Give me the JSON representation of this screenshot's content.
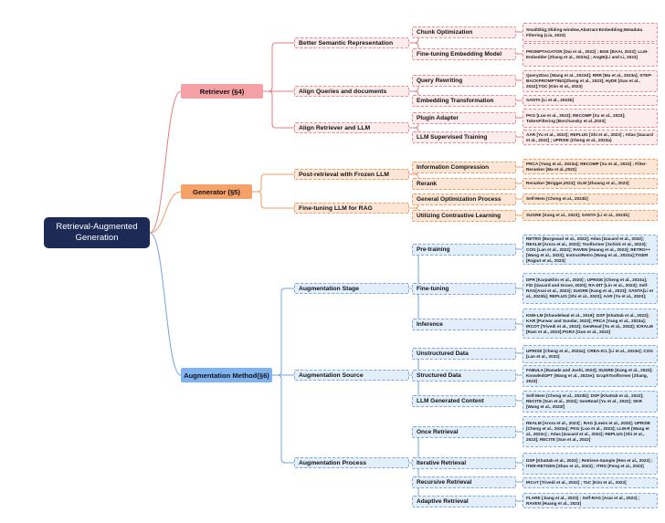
{
  "root": "Retrieval-Augmented Generation",
  "branches": [
    {
      "label": "Retriever (§4)",
      "color": "red",
      "children": [
        {
          "label": "Better Semantic Representation",
          "children": [
            {
              "label": "Chunk Optimization",
              "refs": "Small2big;Sliding-window,Abstract-Embedding;Metadata Filtering (Liu, 2023)"
            },
            {
              "label": "Fine-tuning Embedding Model",
              "refs": "PROMPTAGATOR [Dai et al., 2022] ; BGE [BAAI, 2023]; LLM-Embedder [Zhang et al., 2023a] ; AngIE[Li and Li, 2023]"
            }
          ]
        },
        {
          "label": "Align  Queries and documents",
          "children": [
            {
              "label": "Query Rewriting",
              "refs": "Query2Doc [Wang et al., 2023d]; RRR [Ma et al., 2023a]; STEP-BACKPROMPTING[Zheng et al., 2023]; HyDE [Gao et al., 2022];TOC [Kim et al., 2023)"
            },
            {
              "label": "Embedding Transformation",
              "refs": "SANTA [Li et al., 2023b]"
            }
          ]
        },
        {
          "label": "Align Retriever and LLM",
          "children": [
            {
              "label": "Plugin Adapter",
              "refs": "PKG [Luo et al., 2023]; RECOMP [Xu et al., 2023]; TokenFiltering [Berchansky et al.,2023]"
            },
            {
              "label": "LLM Supervised Training",
              "refs": "AAR [Yu et al., 2023]; REPLUG [Shi et al., 2023] ; Atlas [Izacard et al., 2022] ; UPRISE (Cheng et al., 2023a)"
            }
          ]
        }
      ]
    },
    {
      "label": "Generator (§5)",
      "color": "orange",
      "children": [
        {
          "label": "Post-retrieval with Frozen LLM",
          "children": [
            {
              "label": "Information Compression",
              "refs": "PRCA [Yang et al., 2023a]; RECOMP [Xu et al., 2023] ; Filter-Reranker [Ma et al.,2023]"
            },
            {
              "label": "Rerank",
              "refs": "Reranker [Brigger,2023]; GLM [Zhuang et al., 2023]"
            }
          ]
        },
        {
          "label": "Fine-tuning LLM for RAG",
          "children": [
            {
              "label": "General Optimization Process",
              "refs": "Self-Mem [Cheng et al., 2023b]"
            },
            {
              "label": "Utilizing Contrastive Learning",
              "refs": "SUGRE [Kang et al., 2023]; SANTA [Li et al., 2023b]"
            }
          ]
        }
      ]
    },
    {
      "label": "Augmentation Method(§6)",
      "color": "blue",
      "children": [
        {
          "label": "Augmentation Stage",
          "children": [
            {
              "label": "Pre-training",
              "refs": "RETRO [Borgeaud et al., 2022]; Atlas [Izacard et al., 2022]; REALM [Arora et al., 2023]; Toolformer [Schick et al., 2023]; COG [Lan et al., 2022]; RAVEN [Huang et al., 2023]; RETRO++ [Wang et al., 2023]; InstructRetro [Wang et al., 2023a];TIGER [Rajput et al., 2023]"
            },
            {
              "label": "Fine-tuning",
              "refs": "DPR [Karpukhin et al., 2020] ; UPRISE [Cheng et al., 2023a]; FiD [Izacard and Grave, 2020]; RA-DIT [Lin et al., 2023]; Self-RAG[Asai et al., 2023]; SUGRE [Kang et al., 2023]; SANTA[Li et al., 2023b]; REPLUG [Shi et al., 2023]; AAR [Yu et al., 2023];"
            },
            {
              "label": "Inference",
              "refs": "KNN-LM [Khandelwal et al., 2019]; DSP [Khattab et al., 2022]; KAR [Purwar and Sundar, 2023]; PRCA [Yang et al., 2023a]; IRCOT [Trivedi et al., 2022]; GenRead [Yu et al., 2022]; ICRALM [Ram et al., 2023];PGRA [Guo et al., 2023]"
            }
          ]
        },
        {
          "label": "Augmentation Source",
          "children": [
            {
              "label": "Unstructured Data",
              "refs": "UPRISE [Cheng et al., 2023a]; CREA-ICL [Li et al., 2023e]; COG [Lan et al., 2022]"
            },
            {
              "label": "Structured Data",
              "refs": "FABULA [Ranade and Joshi, 2023]; SUGRE [Kang et al., 2023]; KnowledGPT [Wang et al., 2023e]; GraphToolformer [Zhang, 2023]"
            },
            {
              "label": "LLM Generated Content",
              "refs": "Self-Mem [Cheng et al., 2023b]; DSP [Khattab et al., 2022]; RECITE [Sun et al., 2022]; GenRead [Yu et al., 2022]; SKR [Wang et al., 2023f]"
            }
          ]
        },
        {
          "label": "Augmentation Process",
          "children": [
            {
              "label": "Once Retrieval",
              "refs": "REALM [Arora et al., 2023] ; RAG [Lewis et al., 2020]; UPRISE [Cheng et al., 2023a]; PKG [Luo et al., 2023]; LLM-R [Wang et al., 2023c] ; Atlas [Izacard et al., 2022]; REPLUG [Shi et al., 2023]; RECITE [Sun et al., 2022]"
            },
            {
              "label": "Iterative Retrieval",
              "refs": "DSP [Khattab et al., 2022] ; Retrieve-Sample [Ren et al., 2023] ; ITER-RETGEN [Shao et al., 2023] ; ITRG [Feng et al., 2023]"
            },
            {
              "label": "Recursive Retrieval",
              "refs": "IRCoT [Trivedi et al., 2022] ; ToC [Kim et al., 2023]"
            },
            {
              "label": "Adaptive Retrieval",
              "refs": "FLARE [Jiang et al., 2023] ; Self-RAG [Asai et al., 2023] ; RAVEN [Huang et al., 2023]"
            }
          ]
        }
      ]
    }
  ],
  "colors": {
    "root": "#1c2a55",
    "red_link": "#e8797e",
    "orange_link": "#ef9b66",
    "blue_link": "#6fa3e3"
  }
}
